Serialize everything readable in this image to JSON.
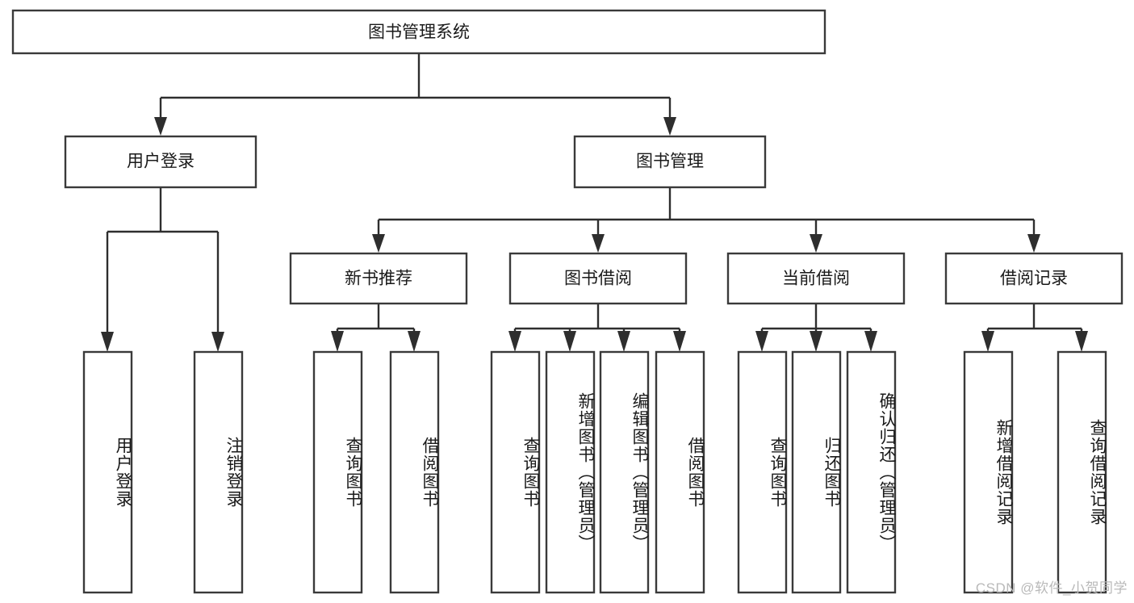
{
  "diagram": {
    "title": "图书管理系统",
    "type": "hierarchy-tree",
    "root": {
      "label": "图书管理系统",
      "orientation": "horizontal"
    },
    "level2": [
      {
        "label": "用户登录",
        "orientation": "horizontal"
      },
      {
        "label": "图书管理",
        "orientation": "horizontal"
      }
    ],
    "level3": [
      {
        "label": "新书推荐",
        "orientation": "horizontal",
        "parent": "图书管理"
      },
      {
        "label": "图书借阅",
        "orientation": "horizontal",
        "parent": "图书管理"
      },
      {
        "label": "当前借阅",
        "orientation": "horizontal",
        "parent": "图书管理"
      },
      {
        "label": "借阅记录",
        "orientation": "horizontal",
        "parent": "图书管理"
      }
    ],
    "leaves": [
      {
        "label": "用户登录",
        "orientation": "vertical",
        "parent": "用户登录"
      },
      {
        "label": "注销登录",
        "orientation": "vertical",
        "parent": "用户登录"
      },
      {
        "label": "查询图书",
        "orientation": "vertical",
        "parent": "新书推荐"
      },
      {
        "label": "借阅图书",
        "orientation": "vertical",
        "parent": "新书推荐"
      },
      {
        "label": "查询图书",
        "orientation": "vertical",
        "parent": "图书借阅"
      },
      {
        "label": "新增图书（管理员）",
        "orientation": "vertical",
        "parent": "图书借阅"
      },
      {
        "label": "编辑图书（管理员）",
        "orientation": "vertical",
        "parent": "图书借阅"
      },
      {
        "label": "借阅图书",
        "orientation": "vertical",
        "parent": "图书借阅"
      },
      {
        "label": "查询图书",
        "orientation": "vertical",
        "parent": "当前借阅"
      },
      {
        "label": "归还图书",
        "orientation": "vertical",
        "parent": "当前借阅"
      },
      {
        "label": "确认归还（管理员）",
        "orientation": "vertical",
        "parent": "当前借阅"
      },
      {
        "label": "新增借阅记录",
        "orientation": "vertical",
        "parent": "借阅记录"
      },
      {
        "label": "查询借阅记录",
        "orientation": "vertical",
        "parent": "借阅记录"
      }
    ],
    "colors": {
      "box_stroke": "#3a3a3a",
      "box_fill": "#ffffff",
      "connector": "#2e2e2e",
      "text": "#1a1a1a",
      "watermark": "#b9b9b9",
      "background": "#ffffff"
    }
  },
  "watermark": {
    "text": "CSDN @软件_小贺同学"
  }
}
